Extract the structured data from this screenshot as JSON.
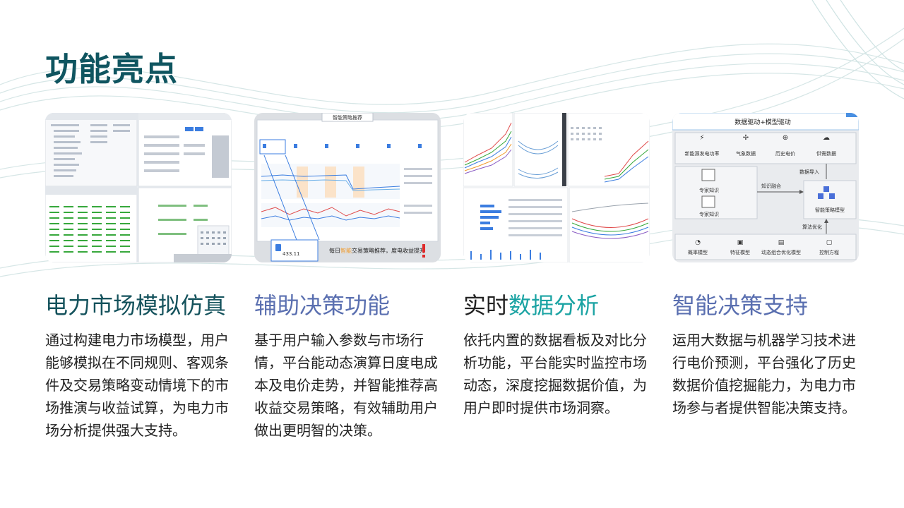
{
  "page": {
    "title": "功能亮点"
  },
  "cards": [
    {
      "heading_a": "电力",
      "heading_b": "市场模拟仿真",
      "body": "通过构建电力市场模型，用户能够模拟在不同规则、客观条件及交易策略变动情境下的市场推演与收益试算，为电力市场分析提供强大支持。"
    },
    {
      "heading": "辅助决策功能",
      "body": "基于用户输入参数与市场行情，平台能动态演算日度电成本及电价走势，并智能推荐高收益交易策略，有效辅助用户做出更明智的决策。",
      "shot": {
        "header": "智能策略推荐",
        "caption_a": "每日",
        "caption_b": "智能",
        "caption_c": "交易策略推荐，度电收益提升",
        "value": "433.11"
      }
    },
    {
      "heading_a": "实时",
      "heading_b": "数据分析",
      "body": "依托内置的数据看板及对比分析功能，平台能实时监控市场动态，深度挖掘数据价值，为用户即时提供市场洞察。"
    },
    {
      "heading": "智能决策支持",
      "body": "运用大数据与机器学习技术进行电价预测，平台强化了历史数据价值挖掘能力，为电力市场参与者提供智能决策支持。",
      "shot": {
        "banner": "数据驱动+模型驱动",
        "sources": [
          "新能源发电功率",
          "气象数据",
          "历史电价",
          "供需数据"
        ],
        "data_import": "数据导入",
        "expert": [
          "专家知识",
          "专家知识"
        ],
        "fusion": "知识融合",
        "model": "智能策略模型",
        "algo": "算法优化",
        "bottom": [
          "概率模型",
          "特征模型",
          "动态组合优化模型",
          "控制方程"
        ]
      }
    }
  ],
  "colors": {
    "title": "#0f5560",
    "dark_heading": "#14525c",
    "blue_heading": "#5a6fb0",
    "accent_teal": "#1aa3a3"
  }
}
